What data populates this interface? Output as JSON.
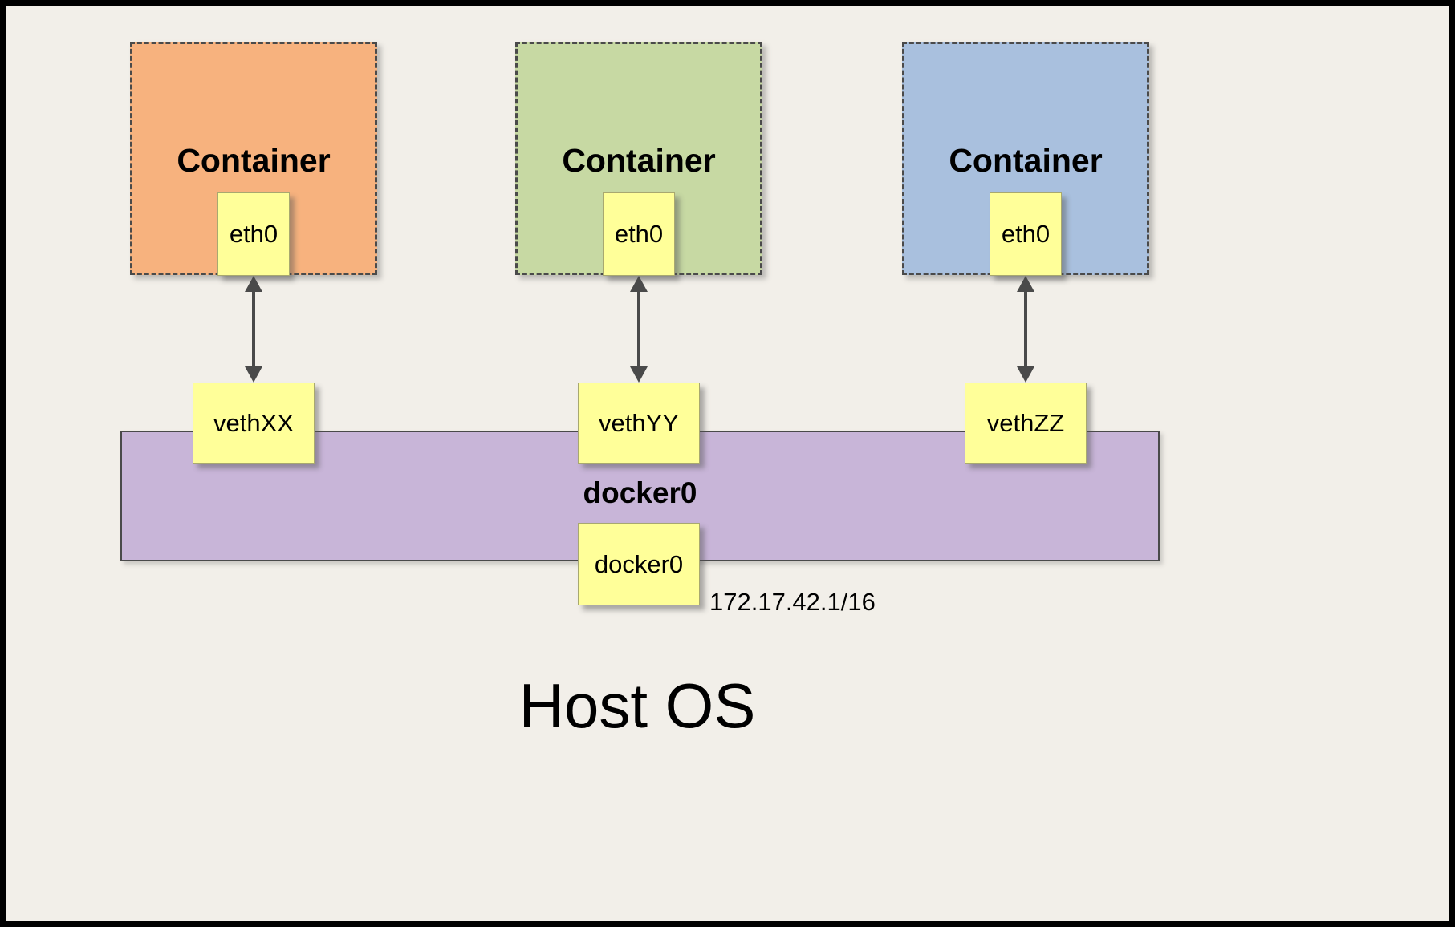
{
  "host": {
    "label": "Host OS"
  },
  "bridge": {
    "label": "docker0",
    "interface_label": "docker0",
    "ip": "172.17.42.1/16",
    "fill": "#c8b5d8"
  },
  "containers": [
    {
      "label": "Container",
      "interface": "eth0",
      "veth": "vethXX",
      "fill": "#f7b27e"
    },
    {
      "label": "Container",
      "interface": "eth0",
      "veth": "vethYY",
      "fill": "#c7d9a3"
    },
    {
      "label": "Container",
      "interface": "eth0",
      "veth": "vethZZ",
      "fill": "#a9c0de"
    }
  ],
  "colors": {
    "background": "#f2efe9",
    "note_fill": "#ffff99",
    "dashed_border": "#4a4a4a",
    "arrow": "#4a4a4a",
    "outer_border": "#000000"
  }
}
